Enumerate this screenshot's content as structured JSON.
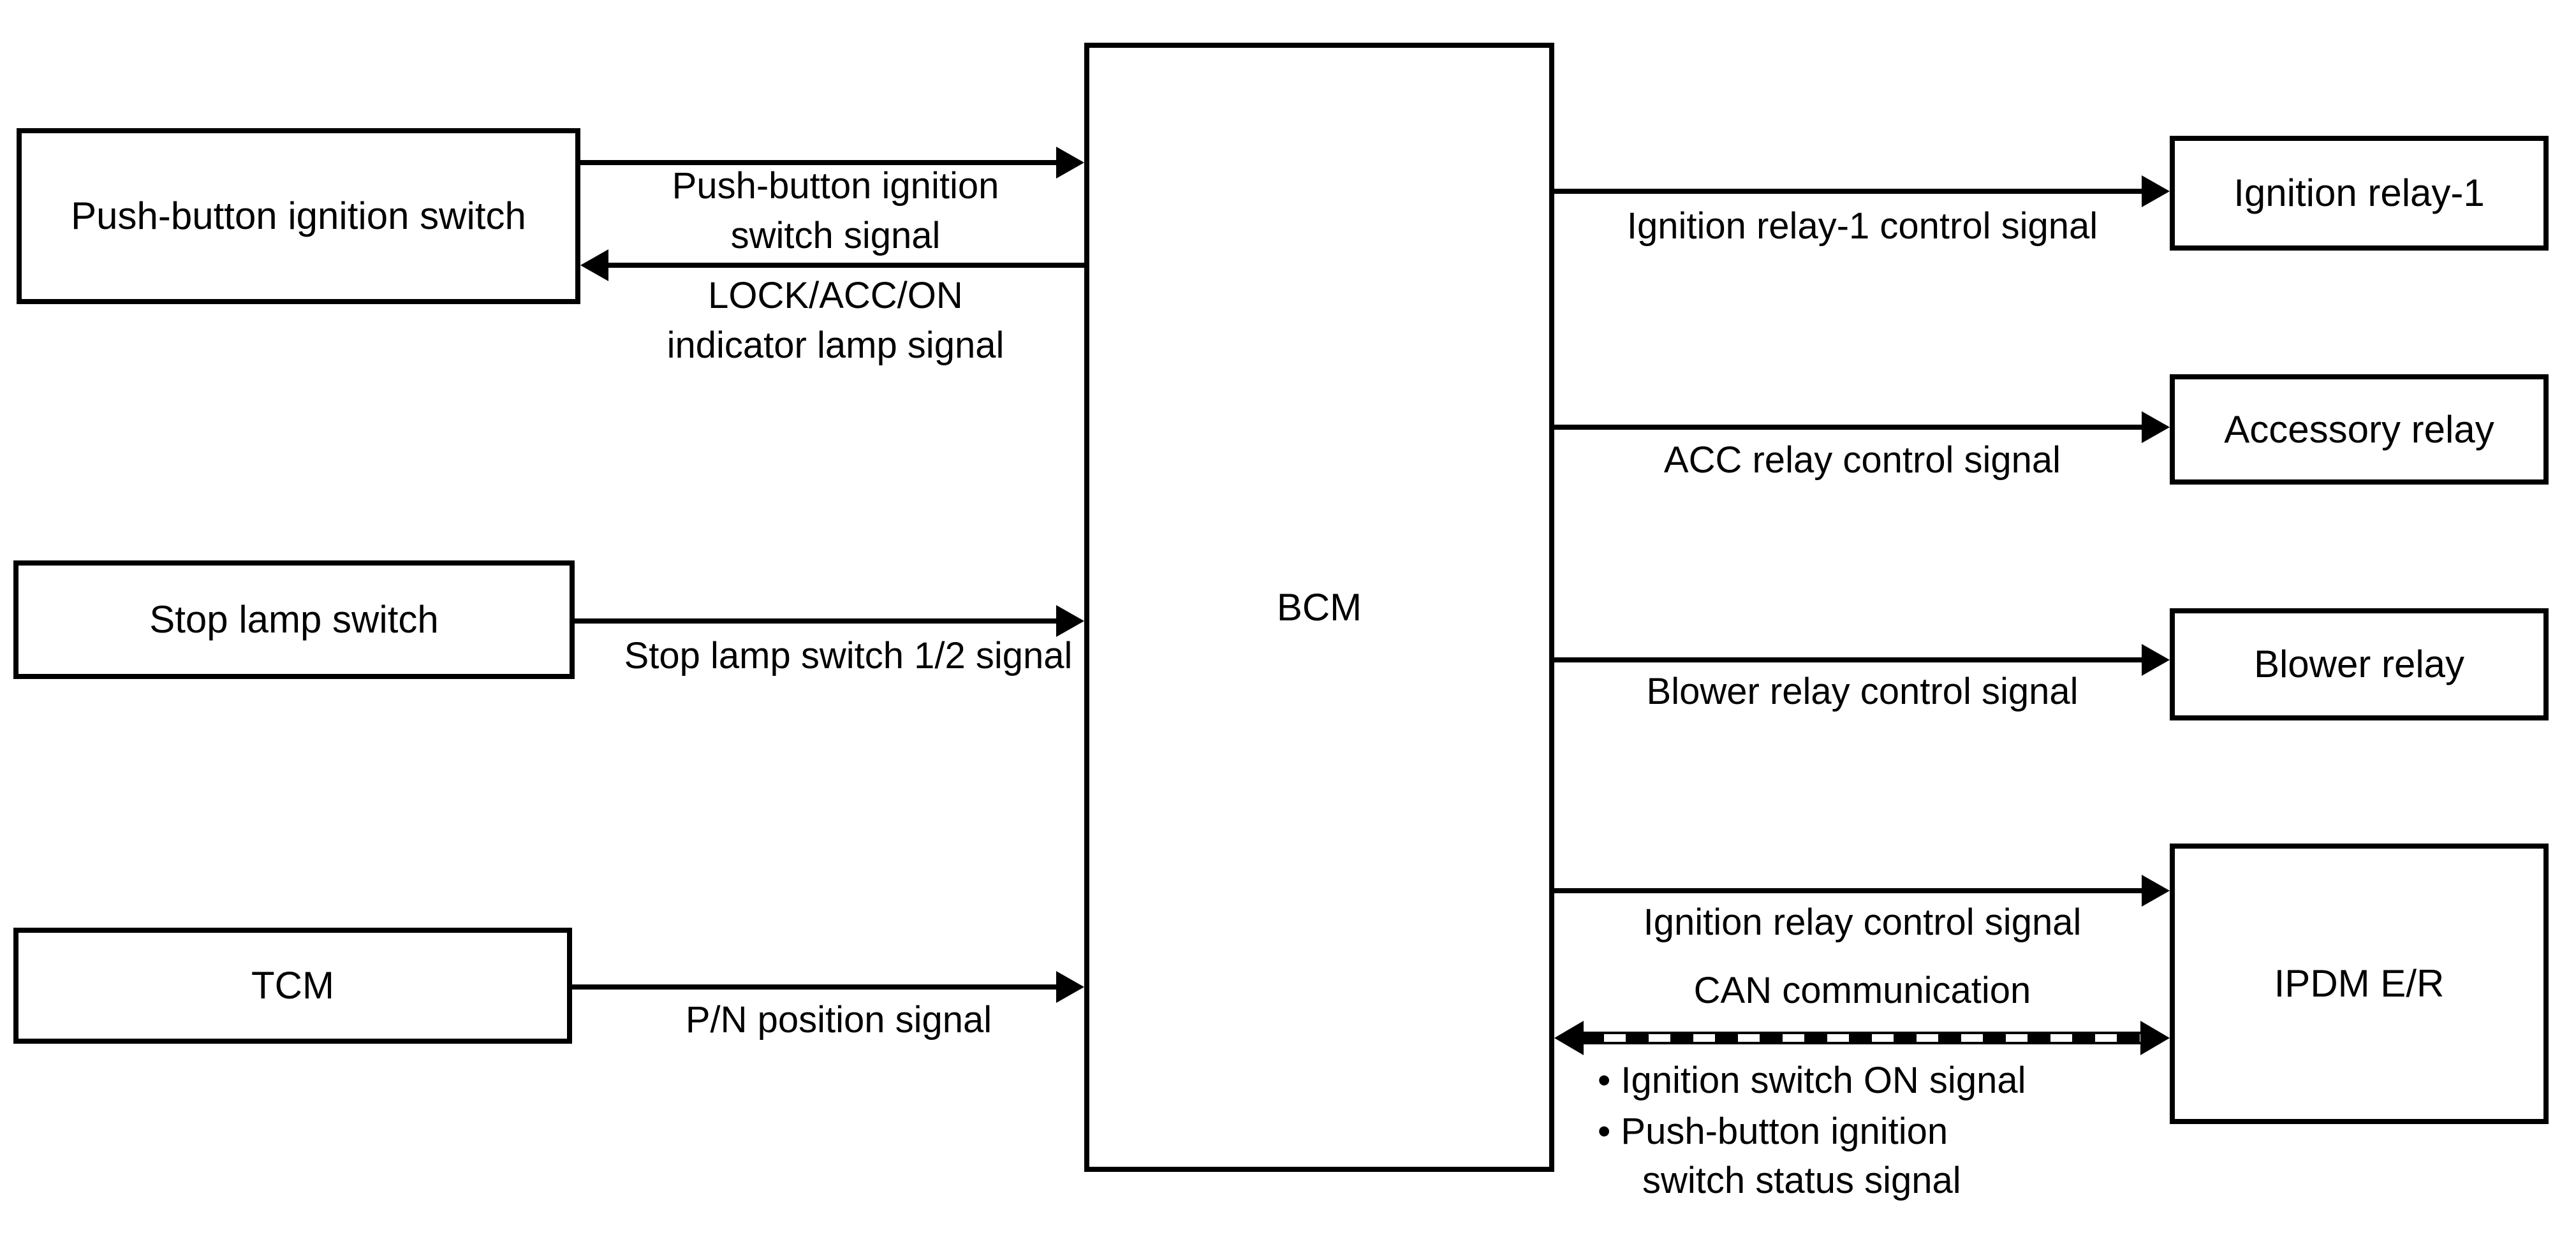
{
  "colors": {
    "ink": "#000000",
    "background": "#ffffff"
  },
  "boxes": [
    {
      "id": "push-button-ignition-switch",
      "label": "Push-button ignition switch"
    },
    {
      "id": "stop-lamp-switch",
      "label": "Stop lamp switch"
    },
    {
      "id": "tcm",
      "label": "TCM"
    },
    {
      "id": "bcm",
      "label": "BCM"
    },
    {
      "id": "ignition-relay-1",
      "label": "Ignition relay-1"
    },
    {
      "id": "accessory-relay",
      "label": "Accessory relay"
    },
    {
      "id": "blower-relay",
      "label": "Blower relay"
    },
    {
      "id": "ipdm-er",
      "label": "IPDM E/R"
    }
  ],
  "edges": [
    {
      "from": "Push-button ignition switch",
      "to": "BCM",
      "direction": "right",
      "label": "Push-button ignition\nswitch signal"
    },
    {
      "from": "BCM",
      "to": "Push-button ignition switch",
      "direction": "left",
      "label": "LOCK/ACC/ON\nindicator lamp signal"
    },
    {
      "from": "Stop lamp switch",
      "to": "BCM",
      "direction": "right",
      "label": "Stop lamp switch 1/2 signal"
    },
    {
      "from": "TCM",
      "to": "BCM",
      "direction": "right",
      "label": "P/N position signal"
    },
    {
      "from": "BCM",
      "to": "Ignition relay-1",
      "direction": "right",
      "label": "Ignition relay-1 control signal"
    },
    {
      "from": "BCM",
      "to": "Accessory relay",
      "direction": "right",
      "label": "ACC relay control signal"
    },
    {
      "from": "BCM",
      "to": "Blower relay",
      "direction": "right",
      "label": "Blower relay control signal"
    },
    {
      "from": "BCM",
      "to": "IPDM E/R",
      "direction": "right",
      "label": "Ignition relay control signal"
    },
    {
      "from": "BCM",
      "to": "IPDM E/R",
      "direction": "both",
      "label": "CAN communication",
      "bullets": [
        "• Ignition switch ON signal",
        "• Push-button ignition",
        "switch status signal"
      ]
    }
  ]
}
